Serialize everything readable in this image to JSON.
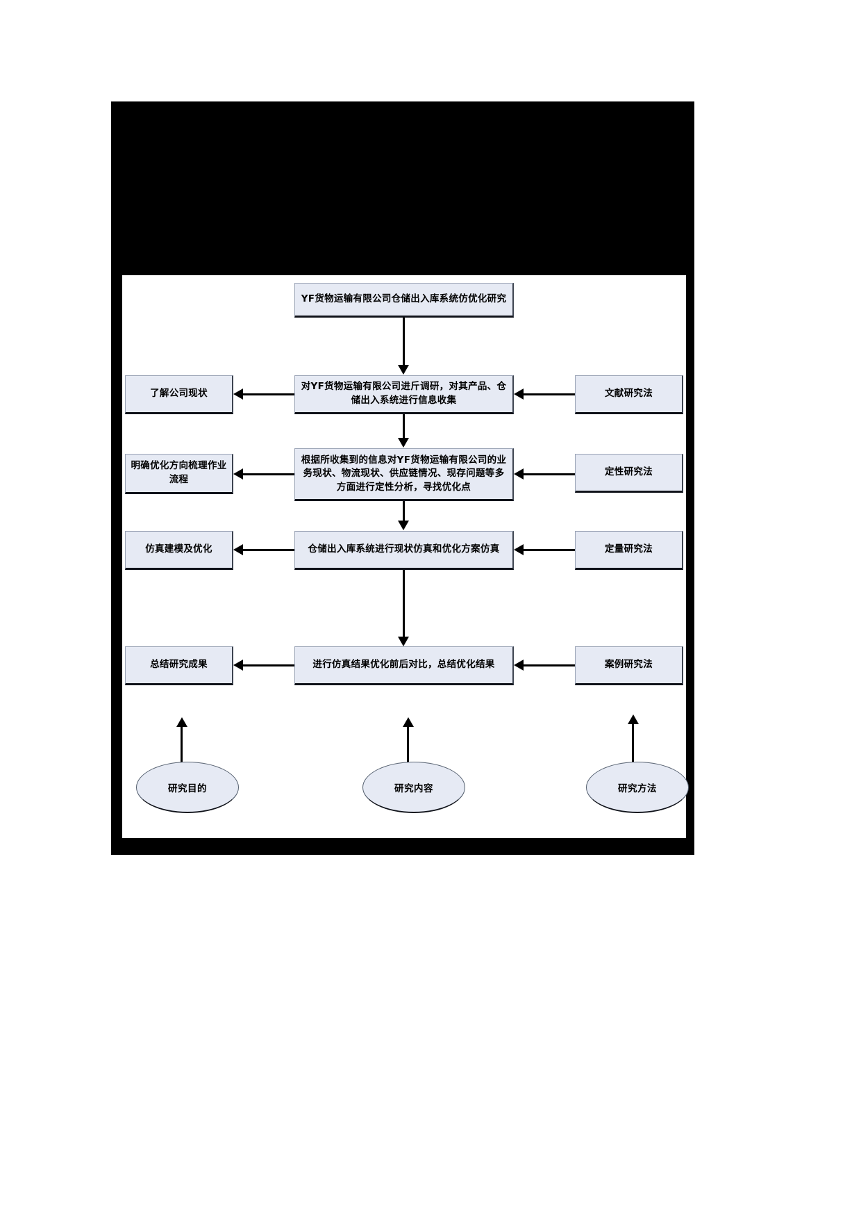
{
  "diagram": {
    "title_box": {
      "text": "YF货物运输有限公司仓储出入库系统仿优化研究"
    },
    "purpose_column": [
      {
        "id": "p1",
        "text": "了解公司现状"
      },
      {
        "id": "p2",
        "text": "明确优化方向梳理作业流程"
      },
      {
        "id": "p3",
        "text": "仿真建模及优化"
      },
      {
        "id": "p4",
        "text": "总结研究成果"
      }
    ],
    "content_column": [
      {
        "id": "c1",
        "text": "对YF货物运输有限公司进斤调研，对其产品、仓储出入系统进行信息收集"
      },
      {
        "id": "c2",
        "text": "根据所收集到的信息对YF货物运输有限公司的业务现状、物流现状、供应链情况、现存问题等多方面进行定性分析，寻找优化点"
      },
      {
        "id": "c3",
        "text": "仓储出入库系统进行现状仿真和优化方案仿真"
      },
      {
        "id": "c4",
        "text": "进行仿真结果优化前后对比，总结优化结果"
      }
    ],
    "method_column": [
      {
        "id": "m1",
        "text": "文献研究法"
      },
      {
        "id": "m2",
        "text": "定性研究法"
      },
      {
        "id": "m3",
        "text": "定量研究法"
      },
      {
        "id": "m4",
        "text": "案例研究法"
      }
    ],
    "legend_ellipses": [
      {
        "id": "e1",
        "text": "研究目的"
      },
      {
        "id": "e2",
        "text": "研究内容"
      },
      {
        "id": "e3",
        "text": "研究方法"
      }
    ],
    "colors": {
      "node_fill": "#e6eaf4",
      "node_border": "#9aa3b5",
      "frame": "#000000",
      "connector": "#000000",
      "page_background": "#ffffff"
    }
  }
}
